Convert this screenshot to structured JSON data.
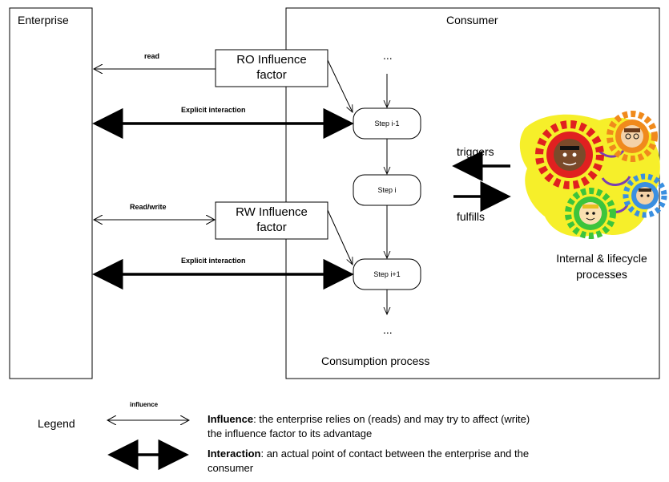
{
  "enterprise": {
    "label": "Enterprise"
  },
  "consumer": {
    "label": "Consumer"
  },
  "ro_factor": {
    "line1": "RO Influence",
    "line2": "factor"
  },
  "rw_factor": {
    "line1": "RW Influence",
    "line2": "factor"
  },
  "arrows": {
    "read": "read",
    "read_write": "Read/write",
    "explicit_1": "Explicit interaction",
    "explicit_2": "Explicit interaction",
    "triggers": "triggers",
    "fulfills": "fulfills"
  },
  "process": {
    "ellipsis_top": "...",
    "ellipsis_bottom": "...",
    "steps": [
      "Step i-1",
      "Step i",
      "Step i+1"
    ],
    "title": "Consumption process"
  },
  "internal": {
    "line1": "Internal & lifecycle",
    "line2": "processes"
  },
  "legend": {
    "title": "Legend",
    "influence_arrow_label": "influence",
    "influence_term": "Influence",
    "influence_desc_1": ": the enterprise relies on (reads) and may try to affect (write)",
    "influence_desc_2": "the influence factor to its advantage",
    "interaction_term": "Interaction",
    "interaction_desc_1": ": an actual point of contact between the enterprise and the",
    "interaction_desc_2": "consumer"
  },
  "colors": {
    "gear_red": "#e02020",
    "gear_orange": "#f08a1c",
    "gear_green": "#3cc43c",
    "gear_blue": "#3a8fe0",
    "blob_yellow": "#f6ef2a",
    "swirl_purple": "#7b3fb0"
  }
}
